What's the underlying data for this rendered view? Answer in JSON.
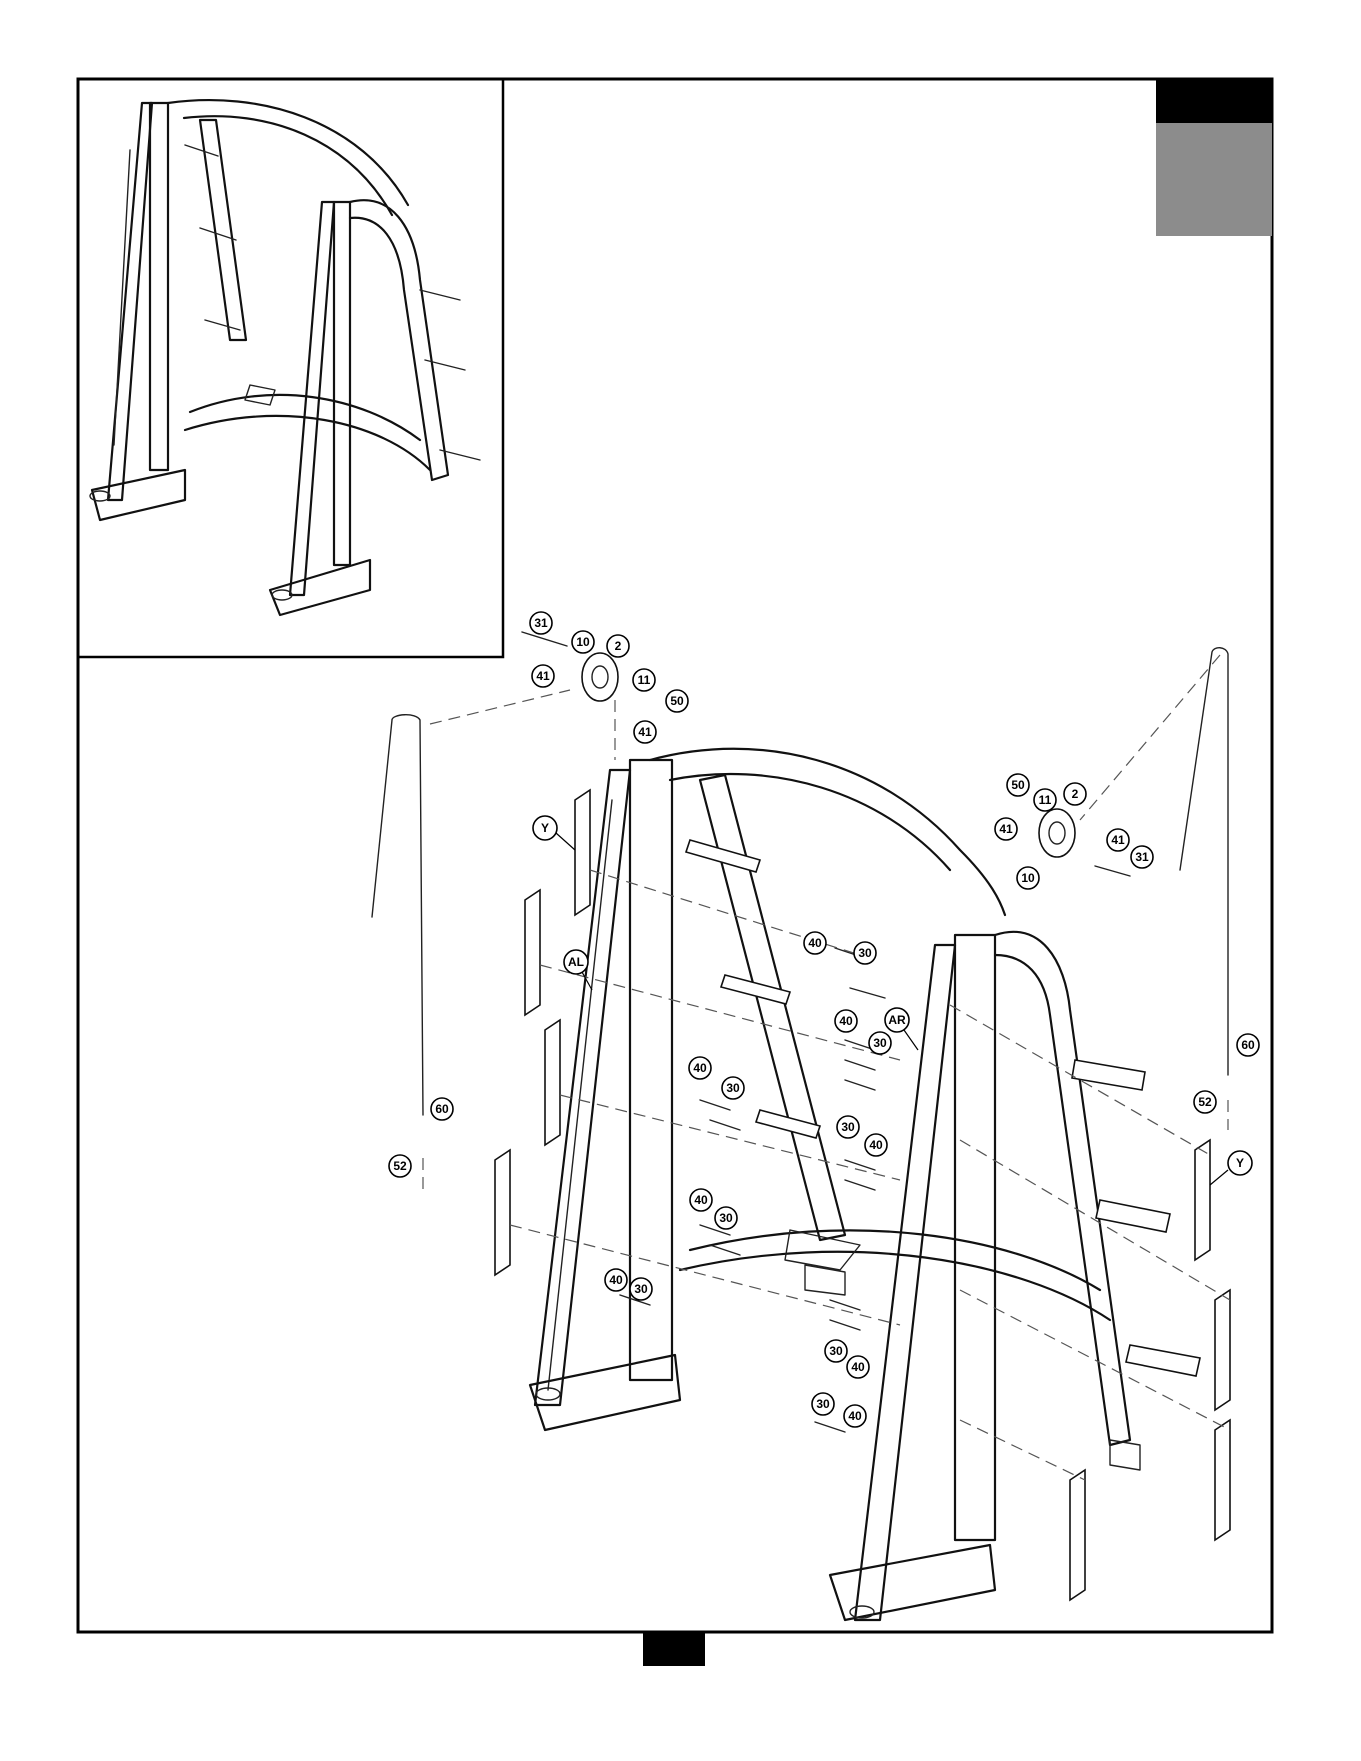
{
  "colors": {
    "frame_border": "#000000",
    "tab_dark": "#000000",
    "tab_gray": "#8c8c8c",
    "page_number_tab": "#000000"
  },
  "tabs": {
    "step_tab_top": "",
    "step_tab_bottom": ""
  },
  "page_number": "",
  "callouts": {
    "c31_left": "31",
    "c10_left": "10",
    "c2_left": "2",
    "c41_left": "41",
    "c11_left": "11",
    "c50_left": "50",
    "c41_left_b": "41",
    "c50_right": "50",
    "c11_right": "11",
    "c2_right": "2",
    "c41_right_a": "41",
    "c41_right_b": "41",
    "c31_right": "31",
    "c10_right": "10",
    "c60_left": "60",
    "c52_left": "52",
    "c60_right": "60",
    "c52_right": "52",
    "Y_left": "Y",
    "AL": "AL",
    "AR": "AR",
    "Y_right": "Y",
    "c40_a": "40",
    "c30_a": "30",
    "c40_b": "40",
    "c30_b": "30",
    "c30_c": "30",
    "c40_c": "40",
    "c40_d": "40",
    "c30_d": "30",
    "c40_e": "40",
    "c30_e": "30",
    "c40_f": "40",
    "c30_f": "30",
    "c30_g": "30",
    "c40_g": "40",
    "c30_h": "30",
    "c40_h": "40"
  }
}
